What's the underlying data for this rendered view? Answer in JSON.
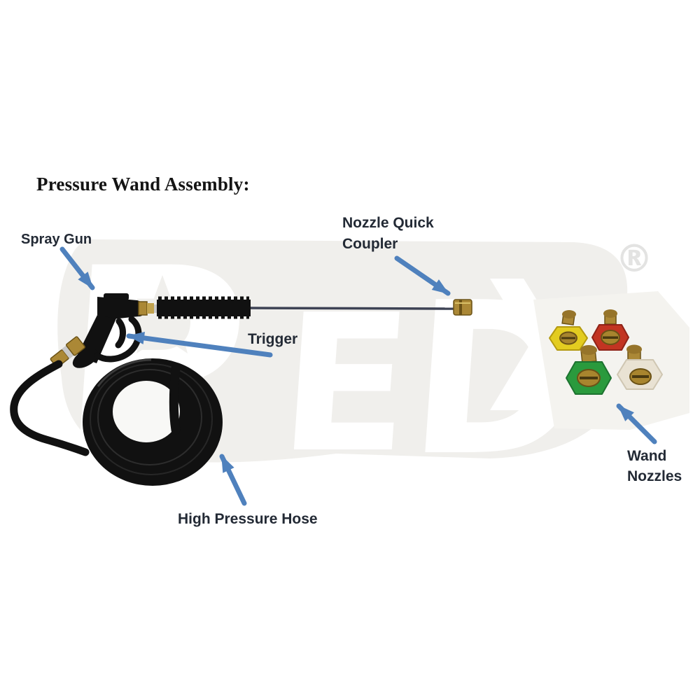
{
  "title": "Pressure Wand Assembly:",
  "labels": {
    "spray_gun": "Spray Gun",
    "nozzle_quick_coupler_line1": "Nozzle Quick",
    "nozzle_quick_coupler_line2": "Coupler",
    "trigger": "Trigger",
    "high_pressure_hose": "High Pressure Hose",
    "wand_nozzles_line1": "Wand",
    "wand_nozzles_line2": "Nozzles"
  },
  "watermark": {
    "letter_p": "P",
    "letter_e": "E",
    "letter_d": "D",
    "registered_mark": "®"
  },
  "colors": {
    "arrow": "#4f81bd",
    "label_text": "#232a35",
    "title_text": "#141414",
    "watermark": "#f0efec",
    "part_black": "#111111",
    "rod_gray": "#3d4254",
    "brass": "#ab8836",
    "brass_dark": "#6b5216",
    "steel_gray": "#c9c9c9",
    "photo_bg": "#f4f3ef",
    "hole_white": "#f8f8f6",
    "nozzle_yellow": "#e3cc20",
    "nozzle_red": "#c23422",
    "nozzle_green": "#2a9a3d",
    "nozzle_white": "#e9e2d3"
  }
}
